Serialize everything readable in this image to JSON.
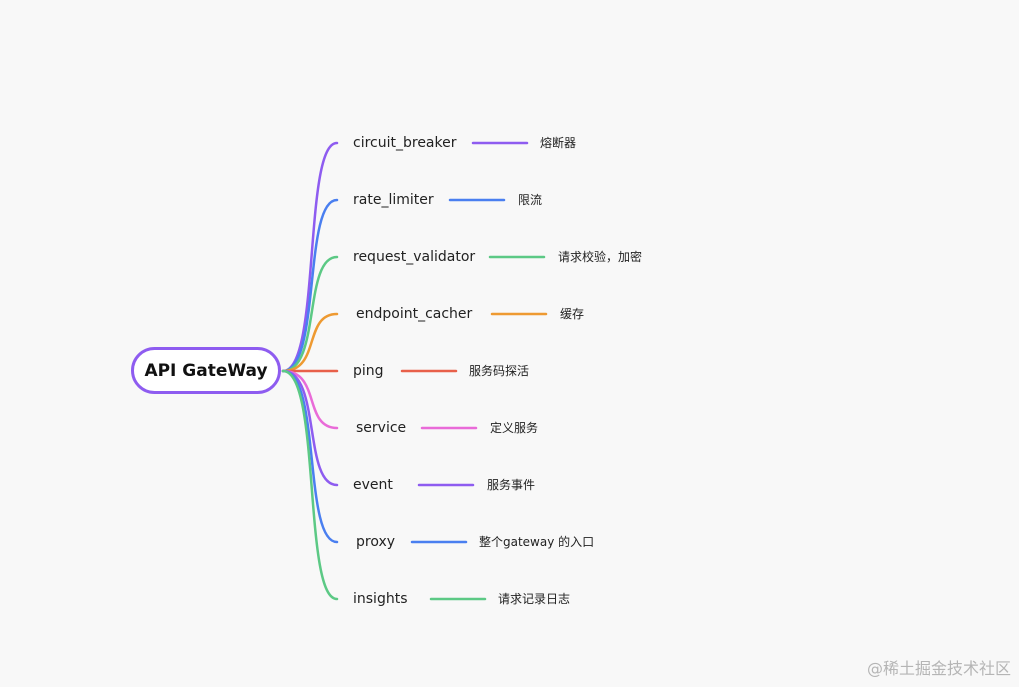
{
  "root": {
    "label": "API GateWay"
  },
  "branches": [
    {
      "label": "circuit_breaker",
      "note": "熔断器",
      "color": "#8e5cf0"
    },
    {
      "label": "rate_limiter",
      "note": "限流",
      "color": "#4a7ff0"
    },
    {
      "label": "request_validator",
      "note": "请求校验，加密",
      "color": "#5cc985"
    },
    {
      "label": "endpoint_cacher",
      "note": "缓存",
      "color": "#ee9a32"
    },
    {
      "label": "ping",
      "note": "服务码探活",
      "color": "#e8604a"
    },
    {
      "label": "service",
      "note": "定义服务",
      "color": "#e96bd8"
    },
    {
      "label": "event",
      "note": "服务事件",
      "color": "#8e5cf0"
    },
    {
      "label": "proxy",
      "note": "整个gateway 的入口",
      "color": "#4a7ff0"
    },
    {
      "label": "insights",
      "note": "请求记录日志",
      "color": "#5cc985"
    }
  ],
  "watermark": "@稀土掘金技术社区"
}
